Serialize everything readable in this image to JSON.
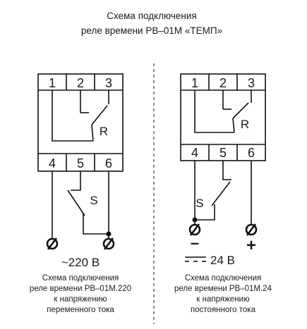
{
  "title": {
    "line1": "Схема подключения",
    "line2": "реле времени РВ–01М «ТЕМП»"
  },
  "left": {
    "top_terminals": [
      "1",
      "2",
      "3"
    ],
    "bottom_terminals": [
      "4",
      "5",
      "6"
    ],
    "relay_label": "R",
    "switch_label": "S",
    "supply": "~220 В",
    "caption": [
      "Схема подключения",
      "реле времени РВ–01М.220",
      "к напряжению",
      "переменного тока"
    ]
  },
  "right": {
    "top_terminals": [
      "1",
      "2",
      "3"
    ],
    "bottom_terminals": [
      "4",
      "5",
      "6"
    ],
    "relay_label": "R",
    "switch_label": "S",
    "minus": "–",
    "plus": "+",
    "supply": "24 В",
    "caption": [
      "Схема подключения",
      "реле времени  РВ–01М.24",
      "к напряжению",
      "постоянного  тока"
    ]
  }
}
